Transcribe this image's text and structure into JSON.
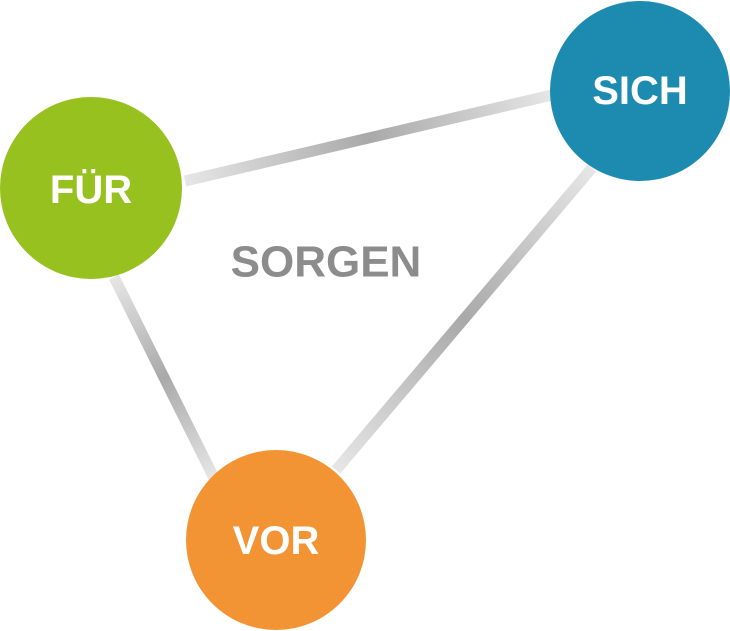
{
  "diagram": {
    "center_label": "SORGEN",
    "nodes": {
      "fuer": {
        "label": "FÜR",
        "color": "#96c11f"
      },
      "sich": {
        "label": "SICH",
        "color": "#1d8aaf"
      },
      "vor": {
        "label": "VOR",
        "color": "#f29434"
      }
    },
    "connector_color_light": "#e6e6e6",
    "connector_color_dark": "#a9a9a9"
  }
}
